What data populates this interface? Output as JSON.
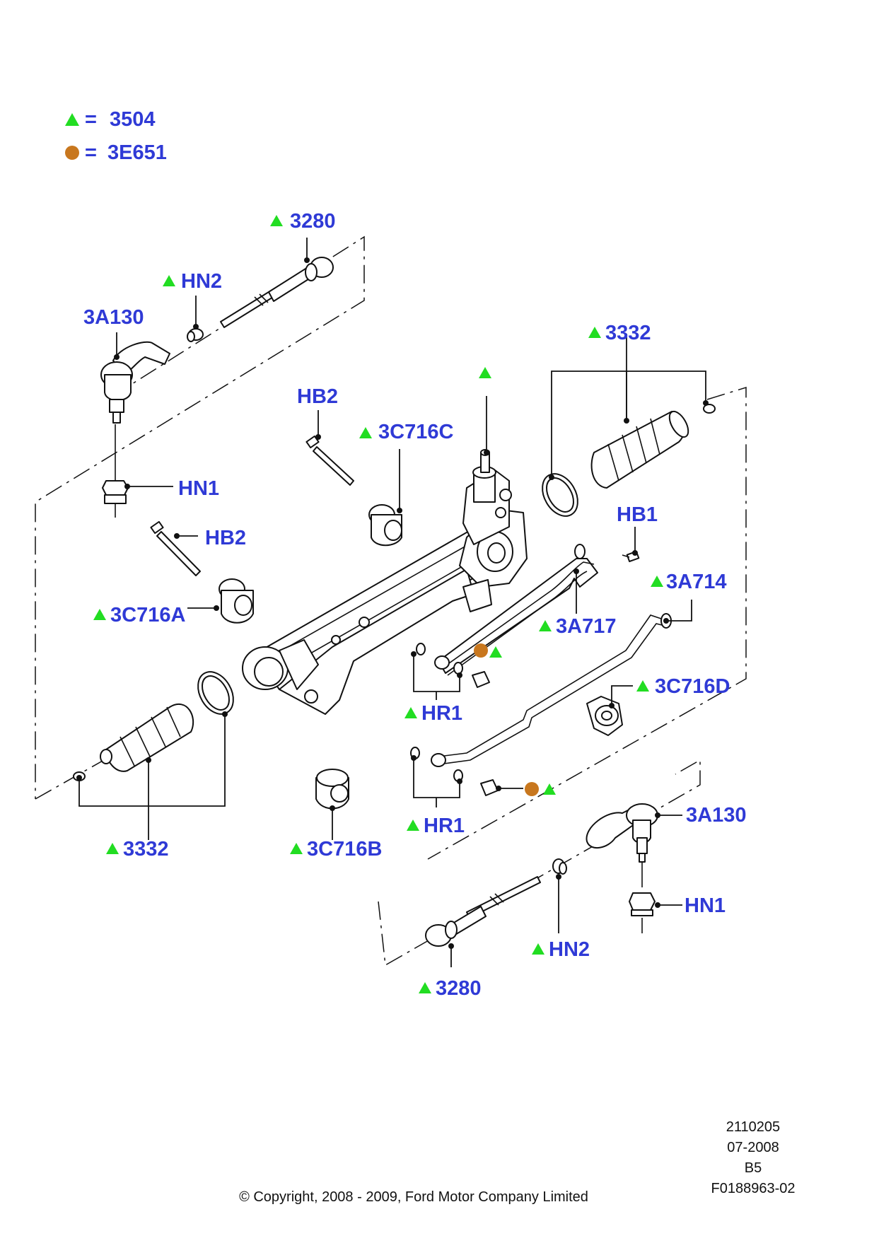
{
  "legend": [
    {
      "symbol": "triangle",
      "code": "3504"
    },
    {
      "symbol": "circle",
      "code": "3E651"
    }
  ],
  "labels": {
    "l3280_top": "3280",
    "hn2_top": "HN2",
    "l3a130_left": "3A130",
    "l3332_right": "3332",
    "hb2_upper": "HB2",
    "l3c716c": "3C716C",
    "hn1_left": "HN1",
    "hb2_lower": "HB2",
    "hb1": "HB1",
    "l3a714": "3A714",
    "l3c716a": "3C716A",
    "l3a717": "3A717",
    "l3c716d": "3C716D",
    "hr1_upper": "HR1",
    "hr1_lower": "HR1",
    "l3332_left": "3332",
    "l3c716b": "3C716B",
    "l3a130_right": "3A130",
    "hn1_right": "HN1",
    "hn2_bottom": "HN2",
    "l3280_bottom": "3280"
  },
  "footer": {
    "ref_lines": [
      "2110205",
      "07-2008",
      "B5",
      "F0188963-02"
    ],
    "copyright": "© Copyright, 2008 - 2009, Ford Motor Company Limited"
  },
  "colors": {
    "label_blue": "#2f3ad6",
    "triangle_green": "#22dd22",
    "circle_orange": "#c8771e",
    "line_black": "#111111"
  }
}
